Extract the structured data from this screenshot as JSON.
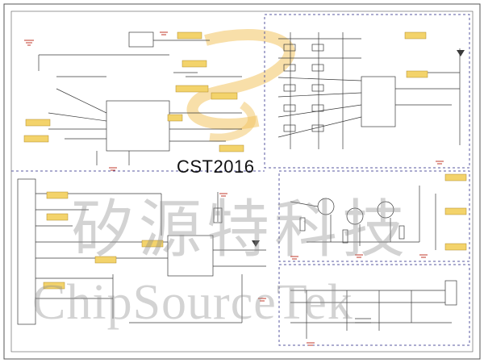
{
  "overlay_title": "CST2016",
  "watermark": {
    "chinese": "矽源特科技",
    "english": "ChipSourceTek"
  },
  "colors": {
    "line": "#3a3a3a",
    "frame": "#555555",
    "dashed": "#5a5aa0",
    "ground": "#c0392b",
    "label_fill": "#f3d36b",
    "logo_swirl": "#f2c462"
  }
}
